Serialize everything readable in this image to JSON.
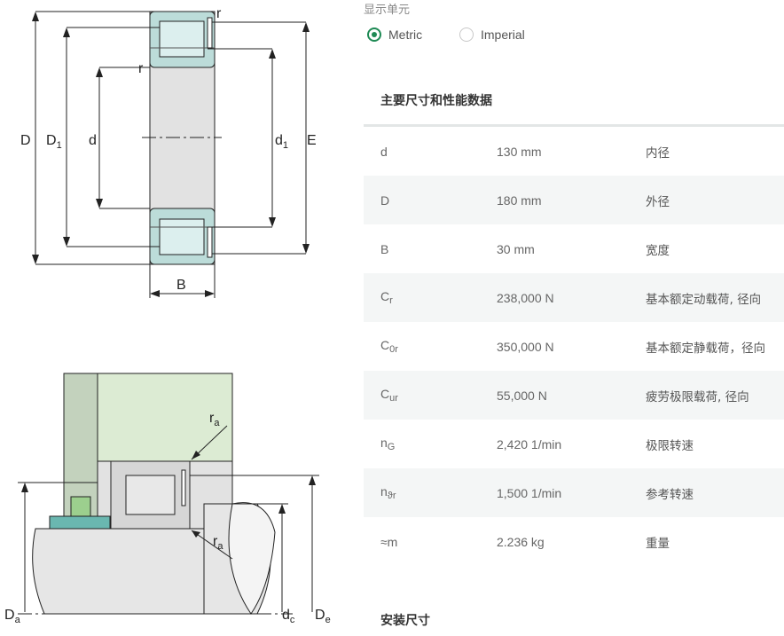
{
  "drawing_top": {
    "labels": {
      "D": "D",
      "D1_main": "D",
      "D1_sub": "1",
      "d": "d",
      "d1_main": "d",
      "d1_sub": "1",
      "E": "E",
      "B": "B",
      "r_top": "r",
      "r_inner": "r"
    }
  },
  "drawing_bottom": {
    "labels": {
      "ra_top_main": "r",
      "ra_top_sub": "a",
      "ra_mid_main": "r",
      "ra_mid_sub": "a",
      "Da_main": "D",
      "Da_sub": "a",
      "dc_main": "d",
      "dc_sub": "c",
      "De_main": "D",
      "De_sub": "e"
    }
  },
  "units": {
    "title": "显示单元",
    "options": [
      {
        "label": "Metric",
        "selected": true
      },
      {
        "label": "Imperial",
        "selected": false
      }
    ],
    "accent_color": "#1f8a55"
  },
  "section_main_title": "主要尺寸和性能数据",
  "rows": [
    {
      "sym": "d",
      "sub": "",
      "value": "130 mm",
      "desc": "内径"
    },
    {
      "sym": "D",
      "sub": "",
      "value": "180 mm",
      "desc": "外径"
    },
    {
      "sym": "B",
      "sub": "",
      "value": "30 mm",
      "desc": "宽度"
    },
    {
      "sym": "C",
      "sub": "r",
      "value": "238,000 N",
      "desc": "基本额定动载荷, 径向"
    },
    {
      "sym": "C",
      "sub": "0r",
      "value": "350,000 N",
      "desc": "基本额定静载荷，径向"
    },
    {
      "sym": "C",
      "sub": "ur",
      "value": "55,000 N",
      "desc": "疲劳极限载荷, 径向"
    },
    {
      "sym": "n",
      "sub": "G",
      "value": "2,420 1/min",
      "desc": "极限转速"
    },
    {
      "sym": "n",
      "sub": "ϑr",
      "value": "1,500 1/min",
      "desc": "参考转速"
    },
    {
      "sym": "≈m",
      "sub": "",
      "value": "2.236 kg",
      "desc": "重量"
    }
  ],
  "section_mount_title": "安装尺寸"
}
